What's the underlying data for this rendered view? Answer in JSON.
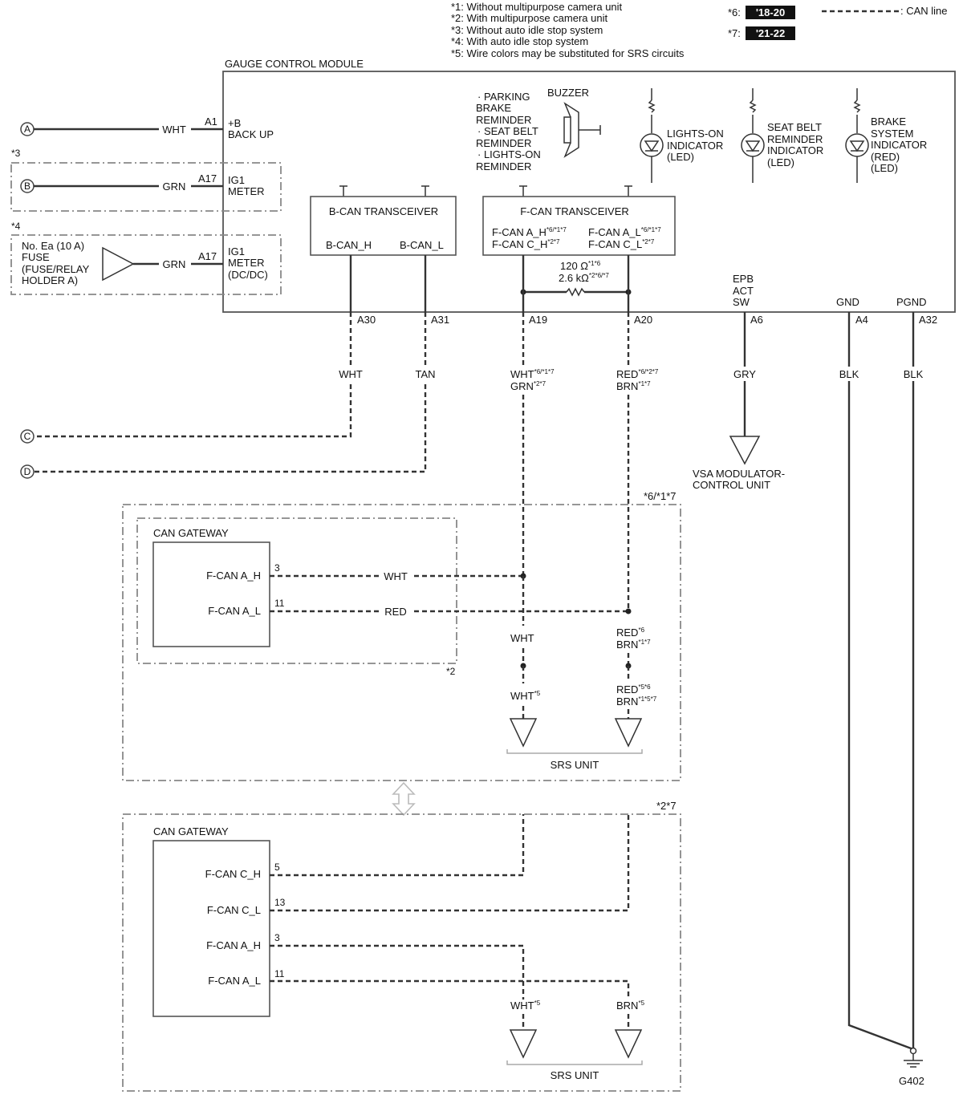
{
  "notes": {
    "n1": "*1: Without multipurpose camera unit",
    "n2": "*2: With multipurpose camera unit",
    "n3": "*3: Without auto idle stop system",
    "n4": "*4: With auto idle stop system",
    "n5": "*5: Wire colors may be substituted for SRS circuits",
    "n6_key": "*6:",
    "n6_years": "'18-20",
    "n7_key": "*7:",
    "n7_years": "'21-22",
    "can_legend": ": CAN line"
  },
  "gcm": {
    "title": "GAUGE CONTROL MODULE",
    "pin_a1": "A1",
    "backup_l1": "+B",
    "backup_l2": "BACK UP",
    "pin_a17_b": "A17",
    "ig1_l1": "IG1",
    "ig1_l2": "METER",
    "pin_a17_c": "A17",
    "ig1dc_l1": "IG1",
    "ig1dc_l2": "METER",
    "ig1dc_l3": "(DC/DC)",
    "reminder_l1": "· PARKING",
    "reminder_l2": "BRAKE",
    "reminder_l3": "REMINDER",
    "reminder_l4": "· SEAT BELT",
    "reminder_l5": "REMINDER",
    "reminder_l6": "· LIGHTS-ON",
    "reminder_l7": "REMINDER",
    "buzzer": "BUZZER",
    "lights_on_l1": "LIGHTS-ON",
    "lights_on_l2": "INDICATOR",
    "lights_on_l3": "(LED)",
    "seatbelt_l1": "SEAT BELT",
    "seatbelt_l2": "REMINDER",
    "seatbelt_l3": "INDICATOR",
    "seatbelt_l4": "(LED)",
    "brake_l1": "BRAKE",
    "brake_l2": "SYSTEM",
    "brake_l3": "INDICATOR",
    "brake_l4": "(RED)",
    "brake_l5": "(LED)",
    "bcan_title": "B-CAN TRANSCEIVER",
    "bcan_h": "B-CAN_H",
    "bcan_l": "B-CAN_L",
    "fcan_title": "F-CAN TRANSCEIVER",
    "fcan_ah": "F-CAN A_H",
    "fcan_ah_sup": "*6/*1*7",
    "fcan_ch": "F-CAN C_H",
    "fcan_ch_sup": "*2*7",
    "fcan_al": "F-CAN A_L",
    "fcan_al_sup": "*6/*1*7",
    "fcan_cl": "F-CAN C_L",
    "fcan_cl_sup": "*2*7",
    "res_120": "120 Ω",
    "res_120_sup": "*1*6",
    "res_26": "2.6 kΩ",
    "res_26_sup": "*2*6/*7",
    "epb_l1": "EPB",
    "epb_l2": "ACT",
    "epb_l3": "SW",
    "gnd": "GND",
    "pgnd": "PGND",
    "pin_a30": "A30",
    "pin_a31": "A31",
    "pin_a19": "A19",
    "pin_a20": "A20",
    "pin_a6": "A6",
    "pin_a4": "A4",
    "pin_a32": "A32"
  },
  "inputs": {
    "conn_a": "A",
    "wire_a": "WHT",
    "opt3": "*3",
    "conn_b": "B",
    "wire_b": "GRN",
    "opt4": "*4",
    "fuse_l1": "No. Ea (10 A)",
    "fuse_l2": "FUSE",
    "fuse_l3": "(FUSE/RELAY",
    "fuse_l4": "HOLDER A)",
    "wire_fuse": "GRN"
  },
  "wires": {
    "a30": "WHT",
    "a31": "TAN",
    "a19_l1": "WHT",
    "a19_l1_sup": "*6/*1*7",
    "a19_l2": "GRN",
    "a19_l2_sup": "*2*7",
    "a20_l1": "RED",
    "a20_l1_sup": "*6/*2*7",
    "a20_l2": "BRN",
    "a20_l2_sup": "*1*7",
    "a6": "GRY",
    "a4": "BLK",
    "a32": "BLK",
    "conn_c": "C",
    "conn_d": "D",
    "vsa_l1": "VSA MODULATOR-",
    "vsa_l2": "CONTROL UNIT"
  },
  "variant1": {
    "tag": "*6/*1*7",
    "gw_title": "CAN GATEWAY",
    "gw_tag": "*2",
    "fcan_ah": "F-CAN A_H",
    "pin3": "3",
    "wht": "WHT",
    "fcan_al": "F-CAN A_L",
    "pin11": "11",
    "red": "RED",
    "mid_wht": "WHT",
    "mid_red": "RED",
    "mid_red_sup": "*6",
    "mid_brn": "BRN",
    "mid_brn_sup": "*1*7",
    "srs_wht": "WHT",
    "srs_wht_sup": "*5",
    "srs_red": "RED",
    "srs_red_sup": "*5*6",
    "srs_brn": "BRN",
    "srs_brn_sup": "*1*5*7",
    "srs": "SRS UNIT"
  },
  "variant2": {
    "tag": "*2*7",
    "gw_title": "CAN GATEWAY",
    "fcan_ch": "F-CAN C_H",
    "pin5": "5",
    "fcan_cl": "F-CAN C_L",
    "pin13": "13",
    "fcan_ah": "F-CAN A_H",
    "pin3": "3",
    "fcan_al": "F-CAN A_L",
    "pin11": "11",
    "srs_wht": "WHT",
    "srs_wht_sup": "*5",
    "srs_brn": "BRN",
    "srs_brn_sup": "*5",
    "srs": "SRS UNIT"
  },
  "ground": "G402"
}
